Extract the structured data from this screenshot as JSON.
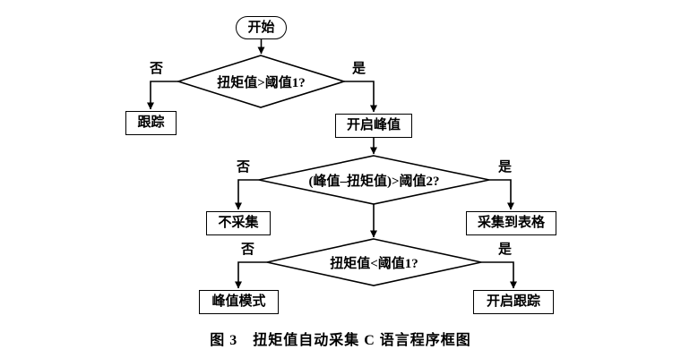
{
  "title": "图 3　扭矩值自动采集 C 语言程序框图",
  "labels": {
    "yes": "是",
    "no": "否"
  },
  "nodes": {
    "start": "开始",
    "decision1": "扭矩值>阈值1?",
    "track": "跟踪",
    "enable_peak": "开启峰值",
    "decision2": "(峰值–扭矩值)>阈值2?",
    "no_collect": "不采集",
    "collect_table": "采集到表格",
    "decision3": "扭矩值<阈值1?",
    "peak_mode": "峰值模式",
    "enable_track": "开启跟踪"
  },
  "colors": {
    "line": "#000000",
    "background": "#ffffff"
  }
}
